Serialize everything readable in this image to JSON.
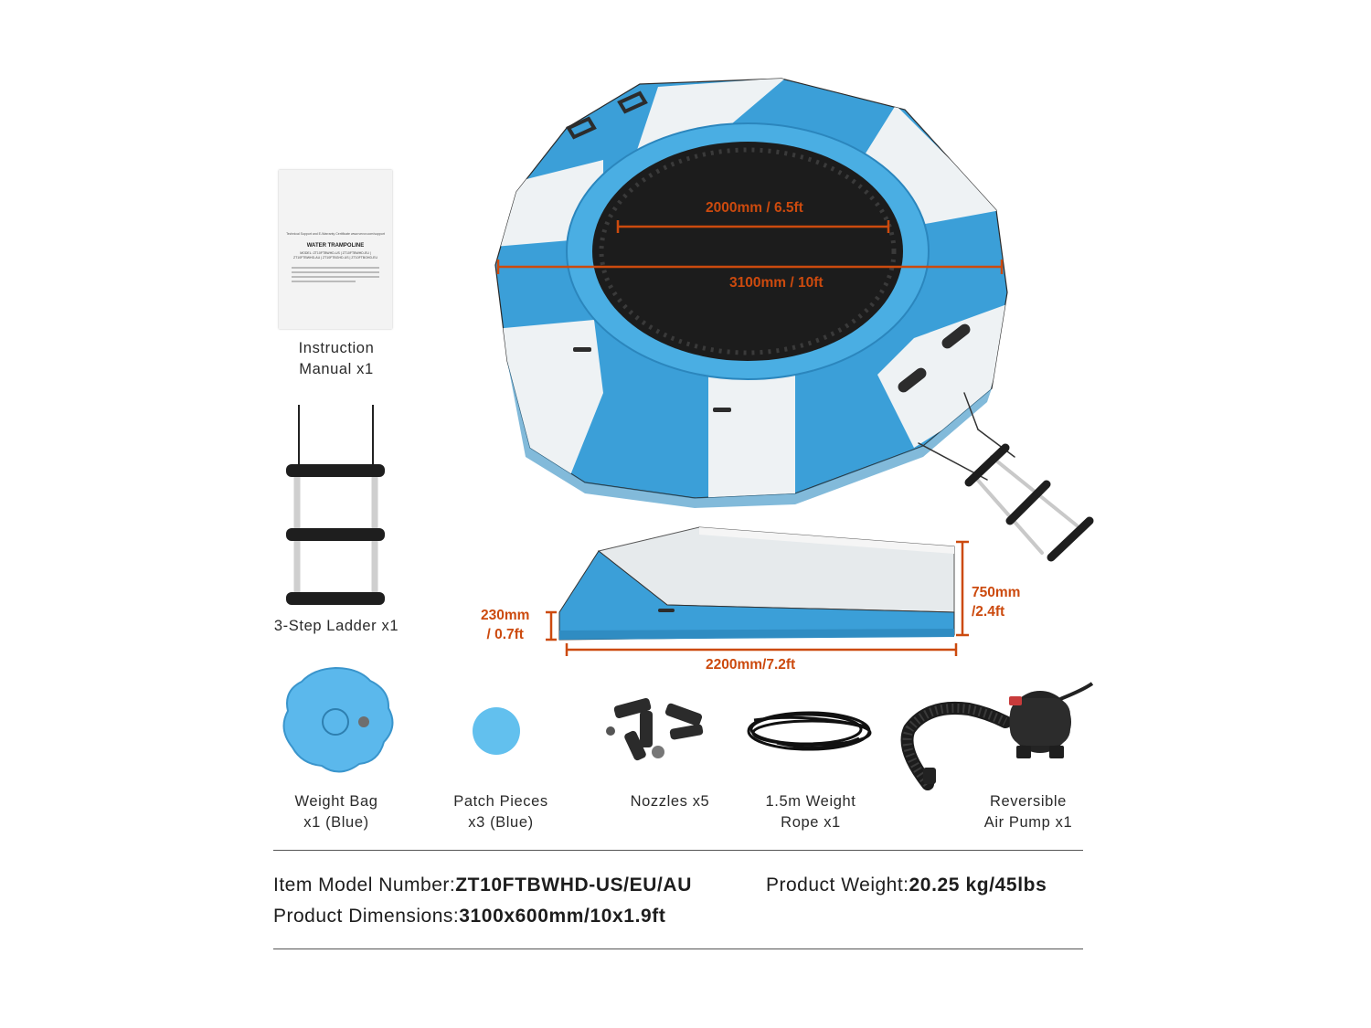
{
  "colors": {
    "blue": "#3b9fd8",
    "blue_light": "#62c0ee",
    "white_panel": "#eef2f4",
    "mat": "#1c1c1c",
    "dimension": "#cc4a0e"
  },
  "manual_card": {
    "header_line": "Technical Support and E-Warranty Certificate www.vevor.com/support",
    "title": "WATER TRAMPOLINE",
    "model_line_1": "MODEL: ZT10FTBWHD-US | ZT10FTBWHD-EU |",
    "model_line_2": "ZT10FTBWHD-AU | ZT10FTBGHD-US | ZT10FTBGHD-EU"
  },
  "dimensions": {
    "mat_diameter": "2000mm / 6.5ft",
    "outer_diameter": "3100mm / 10ft",
    "slide_left_height_1": "230mm",
    "slide_left_height_2": "/ 0.7ft",
    "slide_right_height_1": "750mm",
    "slide_right_height_2": "/2.4ft",
    "slide_length": "2200mm/7.2ft"
  },
  "items": {
    "manual": {
      "line1": "Instruction",
      "line2": "Manual x1"
    },
    "ladder": {
      "line1": "3-Step Ladder x1"
    },
    "weight_bag": {
      "line1": "Weight Bag",
      "line2": "x1 (Blue)"
    },
    "patch": {
      "line1": "Patch Pieces",
      "line2": "x3 (Blue)"
    },
    "nozzles": {
      "line1": "Nozzles x5"
    },
    "rope": {
      "line1": "1.5m Weight",
      "line2": "Rope x1"
    },
    "pump": {
      "line1": "Reversible",
      "line2": "Air Pump x1"
    }
  },
  "specs": {
    "model_label": "Item Model Number:",
    "model_value": "ZT10FTBWHD-US/EU/AU",
    "weight_label": "Product Weight:",
    "weight_value": "20.25 kg/45lbs",
    "dims_label": "Product Dimensions:",
    "dims_value": "3100x600mm/10x1.9ft"
  }
}
